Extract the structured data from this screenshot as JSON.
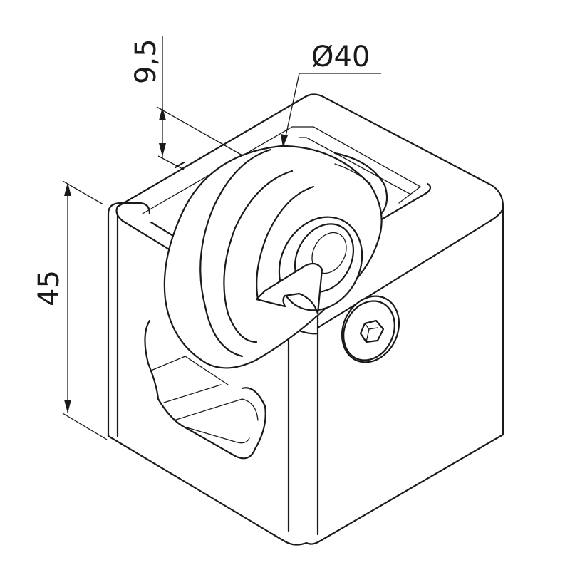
{
  "dimensions": {
    "height": "45",
    "offset": "9,5",
    "diameter": "Ø40"
  }
}
